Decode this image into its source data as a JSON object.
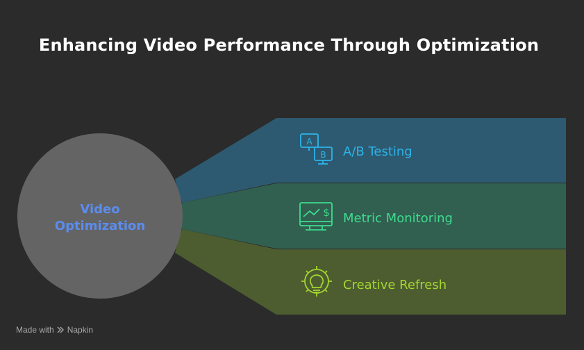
{
  "title": "Enhancing Video Performance Through Optimization",
  "hub": {
    "line1": "Video",
    "line2": "Optimization",
    "color": "#5b8def",
    "fill": "#646464"
  },
  "branches": [
    {
      "label": "A/B Testing",
      "icon": "ab-testing-icon",
      "fill": "#2d5a70",
      "text_color": "#2fb3ea"
    },
    {
      "label": "Metric Monitoring",
      "icon": "monitor-chart-dollar-icon",
      "fill": "#315f50",
      "text_color": "#3ddc8e"
    },
    {
      "label": "Creative Refresh",
      "icon": "lightbulb-gear-icon",
      "fill": "#4d5d2f",
      "text_color": "#a4d630"
    }
  ],
  "footer": {
    "made_with": "Made with",
    "brand": "Napkin"
  }
}
